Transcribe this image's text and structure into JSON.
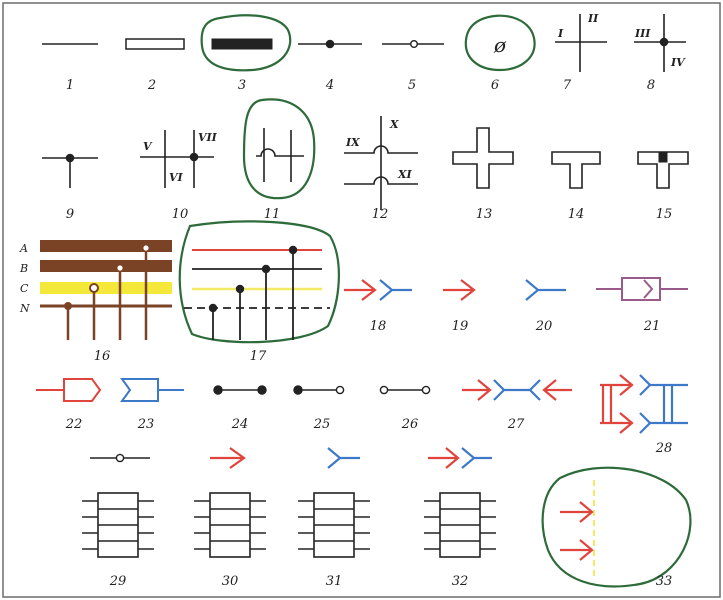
{
  "colors": {
    "frame": "#6b6b6b",
    "line": "#222222",
    "highlight_ring": "#2e6b3a",
    "signal_red": "#e0443c",
    "signal_blue": "#3e78c8",
    "connector_purple": "#9a5a8a",
    "bus_brown": "#7a4326",
    "bus_yellow": "#f4e93a",
    "pin_yellow": "#f2ea64"
  },
  "symbol_numbers": [
    "1",
    "2",
    "3",
    "4",
    "5",
    "6",
    "7",
    "8",
    "9",
    "10",
    "11",
    "12",
    "13",
    "14",
    "15",
    "16",
    "17",
    "18",
    "19",
    "20",
    "21",
    "22",
    "23",
    "24",
    "25",
    "26",
    "27",
    "28",
    "29",
    "30",
    "31",
    "32",
    "33"
  ],
  "romans": {
    "s7_a": "I",
    "s7_b": "II",
    "s8_a": "III",
    "s8_b": "IV",
    "s10_a": "V",
    "s10_b": "VII",
    "s10_c": "VI",
    "s12_a": "IX",
    "s12_b": "X",
    "s12_c": "XI"
  },
  "s6_symbol": "ø",
  "bus_labels": [
    "A",
    "B",
    "C",
    "N"
  ]
}
